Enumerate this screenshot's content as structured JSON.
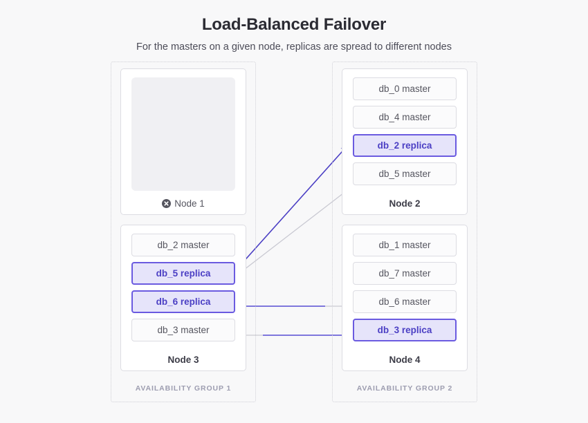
{
  "header": {
    "title": "Load-Balanced Failover",
    "subtitle": "For the masters on a given node, replicas are spread to different nodes"
  },
  "colors": {
    "background": "#f8f8f9",
    "accent_purple": "#6a5ae0",
    "replica_fill": "#e6e4fa",
    "replica_text": "#4b3fc4",
    "master_fill": "#fbfbfc",
    "master_border": "#dcdce2",
    "master_text": "#55555f",
    "group_border": "#cfcfd6",
    "group_label": "#9d9db0",
    "failed_block": "#f0f0f3",
    "grey_line": "#c9c9d2"
  },
  "groups": [
    {
      "id": "ag1",
      "label": "AVAILABILITY GROUP 1"
    },
    {
      "id": "ag2",
      "label": "AVAILABILITY GROUP 2"
    }
  ],
  "nodes": [
    {
      "id": "node1",
      "label": "Node 1",
      "status": "failed",
      "status_icon": "circle-x-icon",
      "databases": []
    },
    {
      "id": "node2",
      "label": "Node 2",
      "status": "ok",
      "databases": [
        {
          "label": "db_0 master",
          "role": "master"
        },
        {
          "label": "db_4 master",
          "role": "master"
        },
        {
          "label": "db_2 replica",
          "role": "replica"
        },
        {
          "label": "db_5 master",
          "role": "master"
        }
      ]
    },
    {
      "id": "node3",
      "label": "Node 3",
      "status": "ok",
      "databases": [
        {
          "label": "db_2 master",
          "role": "master"
        },
        {
          "label": "db_5 replica",
          "role": "replica"
        },
        {
          "label": "db_6 replica",
          "role": "replica"
        },
        {
          "label": "db_3 master",
          "role": "master"
        }
      ]
    },
    {
      "id": "node4",
      "label": "Node 4",
      "status": "ok",
      "databases": [
        {
          "label": "db_1 master",
          "role": "master"
        },
        {
          "label": "db_7 master",
          "role": "master"
        },
        {
          "label": "db_6 master",
          "role": "master"
        },
        {
          "label": "db_3 replica",
          "role": "replica"
        }
      ]
    }
  ],
  "connections": [
    {
      "from": "db_2 master",
      "to": "db_2 replica",
      "style": "accent",
      "direction": "up-right"
    },
    {
      "from": "db_5 master",
      "to": "db_5 replica",
      "style": "muted",
      "direction": "down-left"
    },
    {
      "from": "db_6 master",
      "to": "db_6 replica",
      "style": "muted",
      "direction": "left"
    },
    {
      "from": "db_3 master",
      "to": "db_3 replica",
      "style": "muted",
      "direction": "right"
    }
  ]
}
